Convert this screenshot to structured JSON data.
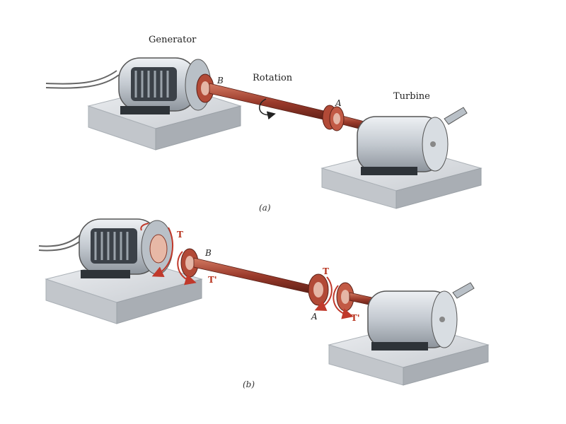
{
  "figure_a": {
    "generator_label": "Generator",
    "rotation_label": "Rotation",
    "turbine_label": "Turbine",
    "point_b": "B",
    "point_a": "A",
    "caption": "(a)"
  },
  "figure_b": {
    "point_b": "B",
    "point_a": "A",
    "torque_gen": "T",
    "torque_gen_reaction": "T'",
    "torque_a": "T",
    "torque_a_reaction": "T'",
    "caption": "(b)"
  },
  "colors": {
    "shaft": "#9a3a2b",
    "torque_arrow": "#c0392b",
    "machine_metal": "#c9cfd6",
    "base": "#dfe2e6"
  }
}
